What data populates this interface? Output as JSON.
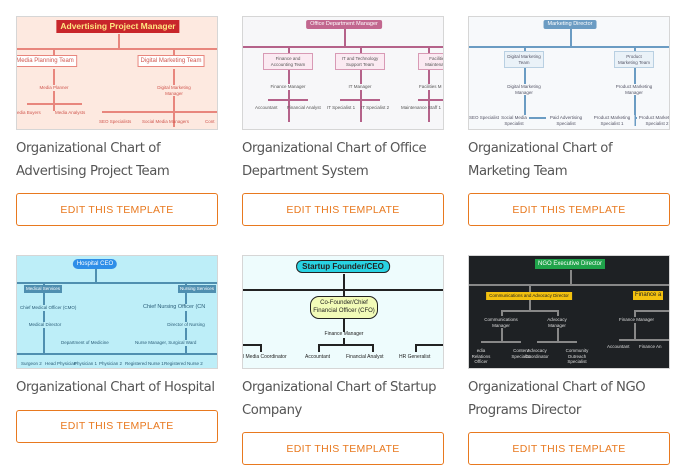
{
  "button_label": "EDIT THIS TEMPLATE",
  "accent": "#e8791f",
  "templates": [
    {
      "title": "Organizational Chart of Advertising Project Team",
      "thumb": {
        "root": "Advertising Project Manager",
        "teams": [
          "Media Planning Team",
          "Digital Marketing Team"
        ],
        "managers": [
          "Media Planner",
          "Digital Marketing Manager"
        ],
        "staff": [
          "edia Buyers",
          "Media Analysts",
          "SEO Specialists",
          "Social Media Managers",
          "Cont"
        ]
      }
    },
    {
      "title": "Organizational Chart of Office Department System",
      "thumb": {
        "root": "Office Department Manager",
        "teams": [
          "Finance and Accounting Team",
          "IT and Technology Support Team",
          "Facilities Maintenance"
        ],
        "managers": [
          "Finance Manager",
          "IT Manager",
          "Facilities M"
        ],
        "staff": [
          "Accountant",
          "Financial Analyst",
          "IT Specialist 1",
          "IT Specialist 2",
          "Maintenance Staff 1"
        ]
      }
    },
    {
      "title": "Organizational Chart of Marketing Team",
      "thumb": {
        "root": "Marketing Director",
        "teams": [
          "Digital Marketing Team",
          "Product Marketing Team"
        ],
        "managers": [
          "Digital Marketing Manager",
          "Product Marketing Manager"
        ],
        "staff": [
          "SEO Specialist",
          "Social Media Specialist",
          "Paid Advertising Specialist",
          "Product Marketing Specialist 1",
          "Product Marketing Specialist 2"
        ]
      }
    },
    {
      "title": "Organizational Chart of Hospital",
      "thumb": {
        "root": "Hospital CEO",
        "teams": [
          "Medical Services",
          "Nursing Services"
        ],
        "managers": [
          "Chief Medical Officer (CMO)",
          "Chief Nursing Officer (CN",
          "Medical Director",
          "Director of Nursing",
          "Department of Medicine",
          "Nurse Manager, Surgical Ward"
        ],
        "staff": [
          "Surgeon 2",
          "Head Physician",
          "Physician 1",
          "Physician 2",
          "Registered Nurse 1",
          "Registered Nurse 2"
        ]
      }
    },
    {
      "title": "Organizational Chart of Startup Company",
      "thumb": {
        "root": "Startup Founder/CEO",
        "teams": [
          "Co-Founder/Chief Financial Officer (CFO)"
        ],
        "managers": [
          "Finance Manager"
        ],
        "staff": [
          "l Media Coordinator",
          "Accountant",
          "Financial Analyst",
          "HR Generalist"
        ]
      }
    },
    {
      "title": "Organizational Chart of NGO Programs Director",
      "thumb": {
        "root": "NGO Executive Director",
        "teams": [
          "Communications and Advocacy Director",
          "Finance a"
        ],
        "managers": [
          "Communications Manager",
          "Advocacy Manager",
          "Finance Manager"
        ],
        "staff": [
          "edia Relations Officer",
          "Content Specialist",
          "Advocacy Coordinator",
          "Community Outreach Specialist",
          "Accountant",
          "Finance An"
        ]
      }
    }
  ]
}
